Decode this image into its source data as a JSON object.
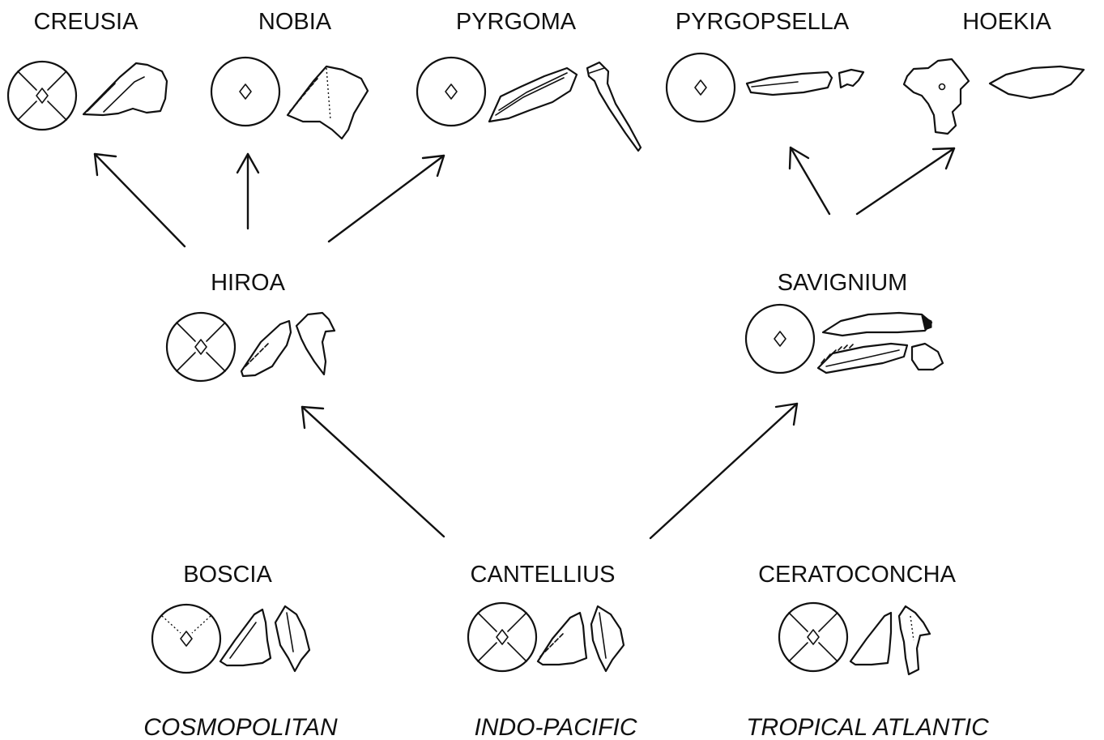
{
  "taxa": {
    "creusia": "CREUSIA",
    "nobia": "NOBIA",
    "pyrgoma": "PYRGOMA",
    "pyrgopsella": "PYRGOPSELLA",
    "hoekia": "HOEKIA",
    "hiroa": "HIROA",
    "savignium": "SAVIGNIUM",
    "boscia": "BOSCIA",
    "cantellius": "CANTELLIUS",
    "ceratoconcha": "CERATOCONCHA"
  },
  "regions": {
    "cosmopolitan": "COSMOPOLITAN",
    "indo_pacific": "INDO-PACIFIC",
    "tropical_atlantic": "TROPICAL ATLANTIC"
  },
  "edges": [
    {
      "from": "CANTELLIUS",
      "to": "HIROA"
    },
    {
      "from": "CANTELLIUS",
      "to": "SAVIGNIUM"
    },
    {
      "from": "HIROA",
      "to": "CREUSIA"
    },
    {
      "from": "HIROA",
      "to": "NOBIA"
    },
    {
      "from": "HIROA",
      "to": "PYRGOMA"
    },
    {
      "from": "SAVIGNIUM",
      "to": "PYRGOPSELLA"
    },
    {
      "from": "SAVIGNIUM",
      "to": "HOEKIA"
    }
  ]
}
